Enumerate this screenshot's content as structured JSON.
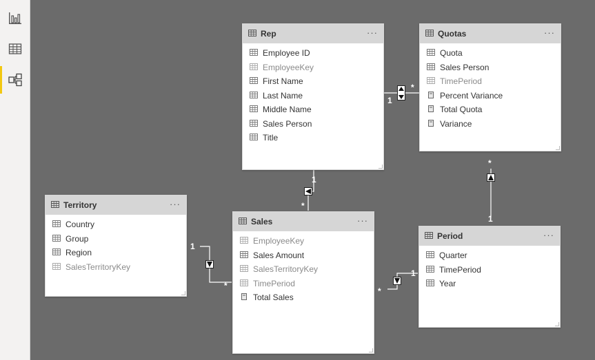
{
  "sidebar": {
    "items": [
      {
        "name": "report-view",
        "icon": "bar-chart-icon"
      },
      {
        "name": "data-view",
        "icon": "table-grid-icon"
      },
      {
        "name": "model-view",
        "icon": "model-diagram-icon",
        "active": true
      }
    ],
    "accent_color": "#f2c811"
  },
  "tables": {
    "rep": {
      "title": "Rep",
      "more": "···",
      "fields": [
        {
          "label": "Employee ID",
          "hidden": false
        },
        {
          "label": "EmployeeKey",
          "hidden": true
        },
        {
          "label": "First Name",
          "hidden": false
        },
        {
          "label": "Last Name",
          "hidden": false
        },
        {
          "label": "Middle Name",
          "hidden": false
        },
        {
          "label": "Sales Person",
          "hidden": false
        },
        {
          "label": "Title",
          "hidden": false
        }
      ]
    },
    "quotas": {
      "title": "Quotas",
      "more": "···",
      "fields": [
        {
          "label": "Quota",
          "hidden": false
        },
        {
          "label": "Sales Person",
          "hidden": false
        },
        {
          "label": "TimePeriod",
          "hidden": true
        },
        {
          "label": "Percent Variance",
          "hidden": false,
          "measure": true
        },
        {
          "label": "Total Quota",
          "hidden": false,
          "measure": true
        },
        {
          "label": "Variance",
          "hidden": false,
          "measure": true
        }
      ]
    },
    "territory": {
      "title": "Territory",
      "more": "···",
      "fields": [
        {
          "label": "Country",
          "hidden": false
        },
        {
          "label": "Group",
          "hidden": false
        },
        {
          "label": "Region",
          "hidden": false
        },
        {
          "label": "SalesTerritoryKey",
          "hidden": true
        }
      ]
    },
    "sales": {
      "title": "Sales",
      "more": "···",
      "fields": [
        {
          "label": "EmployeeKey",
          "hidden": true
        },
        {
          "label": "Sales Amount",
          "hidden": false
        },
        {
          "label": "SalesTerritoryKey",
          "hidden": true
        },
        {
          "label": "TimePeriod",
          "hidden": true
        },
        {
          "label": "Total Sales",
          "hidden": false,
          "measure": true
        }
      ]
    },
    "period": {
      "title": "Period",
      "more": "···",
      "fields": [
        {
          "label": "Quarter",
          "hidden": false
        },
        {
          "label": "TimePeriod",
          "hidden": false
        },
        {
          "label": "Year",
          "hidden": false
        }
      ]
    }
  },
  "relationships": {
    "rep_quotas": {
      "one": "1",
      "many": "*"
    },
    "rep_sales": {
      "one": "1",
      "many": "*"
    },
    "territory_sales": {
      "one": "1",
      "many": "*"
    },
    "period_sales": {
      "one": "1",
      "many": "*"
    },
    "period_quotas": {
      "one": "1",
      "many": "*"
    }
  }
}
